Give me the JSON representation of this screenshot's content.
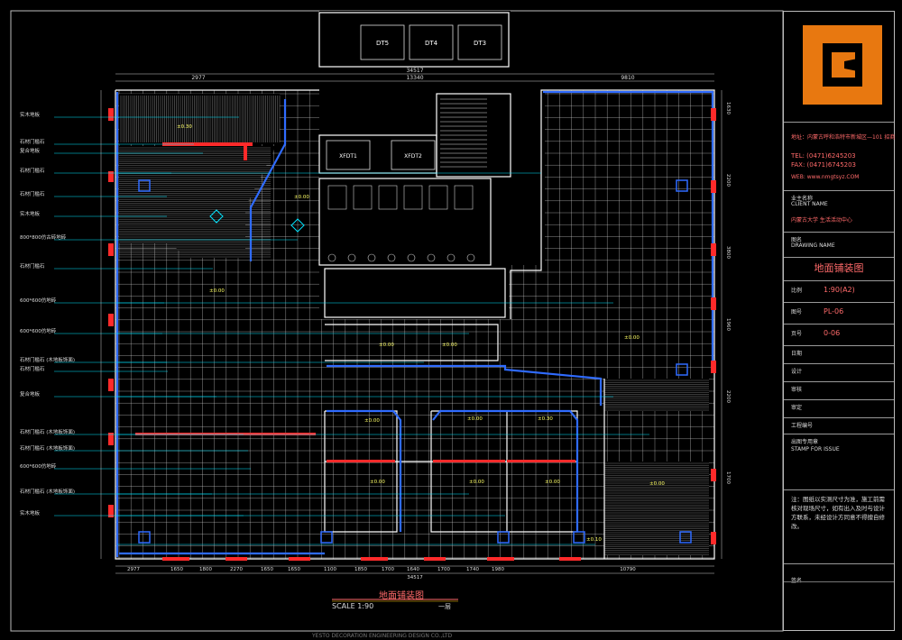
{
  "drawing": {
    "title": "地面铺装图",
    "scale": "SCALE 1:90",
    "scale_note": "一层",
    "footer": "YESTO DECORATION ENGINEERING DESIGN CO.,LTD"
  },
  "elevators": [
    "DT5",
    "DT4",
    "DT3",
    "XFDT1",
    "XFDT2"
  ],
  "top_dims": [
    "34517",
    "2977",
    "13340",
    "9810"
  ],
  "bottom_dims": [
    "2977",
    "1650",
    "1800",
    "2270",
    "1650",
    "1650",
    "34517",
    "1100",
    "1850",
    "1700",
    "1640",
    "1700",
    "1740",
    "1980",
    "10790"
  ],
  "side_dims_right": [
    "1630",
    "2200",
    "3800",
    "1960",
    "2200",
    "1700"
  ],
  "left_labels": [
    "实木地板",
    "石材门槛石",
    "复合地板",
    "石材门槛石",
    "石材门槛石",
    "实木地板",
    "800*800仿古砖地砖",
    "石材门槛石",
    "600*600仿地砖",
    "600*600仿地砖",
    "石材门槛石 (木地板饰面)",
    "石材门槛石",
    "复合地板",
    "石材门槛石 (木地板饰面)",
    "石材门槛石 (木地板饰面)",
    "600*600仿地砖",
    "石材门槛石 (木地板饰面)",
    "实木地板"
  ],
  "room_levels": [
    "±0.30",
    "±0.00",
    "±0.00",
    "±0.00",
    "±0.00",
    "±0.00",
    "±0.00",
    "±0.00",
    "±0.30",
    "±0.00",
    "±0.00",
    "±0.00",
    "±0.10",
    "±0.00"
  ],
  "title_block": {
    "address": "地址：内蒙古呼和浩特市新城区—101 招商",
    "tel": "TEL: (0471)6245203",
    "fax": "FAX: (0471)6745203",
    "web": "WEB: www.nmgtsyz.COM",
    "client_label": "业主名称",
    "client_en": "CLIENT NAME",
    "project": "内蒙古大学 生活活动中心",
    "drawing_label": "图名",
    "drawing_en": "DRAWING NAME",
    "drawing_name": "地面铺装图",
    "scale_label": "比例",
    "scale_value": "1:90(A2)",
    "no_label": "图号",
    "no_value": "PL-06",
    "page_label": "页号",
    "page_value": "0-06",
    "date_label": "日期",
    "design_label": "设计",
    "check_label": "审核",
    "approve_label": "审定",
    "proj_no_label": "工程编号",
    "stamp_label": "出图专用章",
    "stamp_en": "STAMP FOR ISSUE",
    "notes": "注：图纸以实测尺寸为准，施工前需核对现场尺寸，如有出入及时与设计方联系，未经设计方同意不得擅自修改。",
    "sign_label": "签名"
  },
  "colors": {
    "wall": "#ffffff",
    "grid": "#cfcfcf",
    "blue": "#2f6bff",
    "cyan": "#00e5ff",
    "red": "#ff2a2a",
    "orange": "#e87810",
    "text": "#dddddd"
  }
}
